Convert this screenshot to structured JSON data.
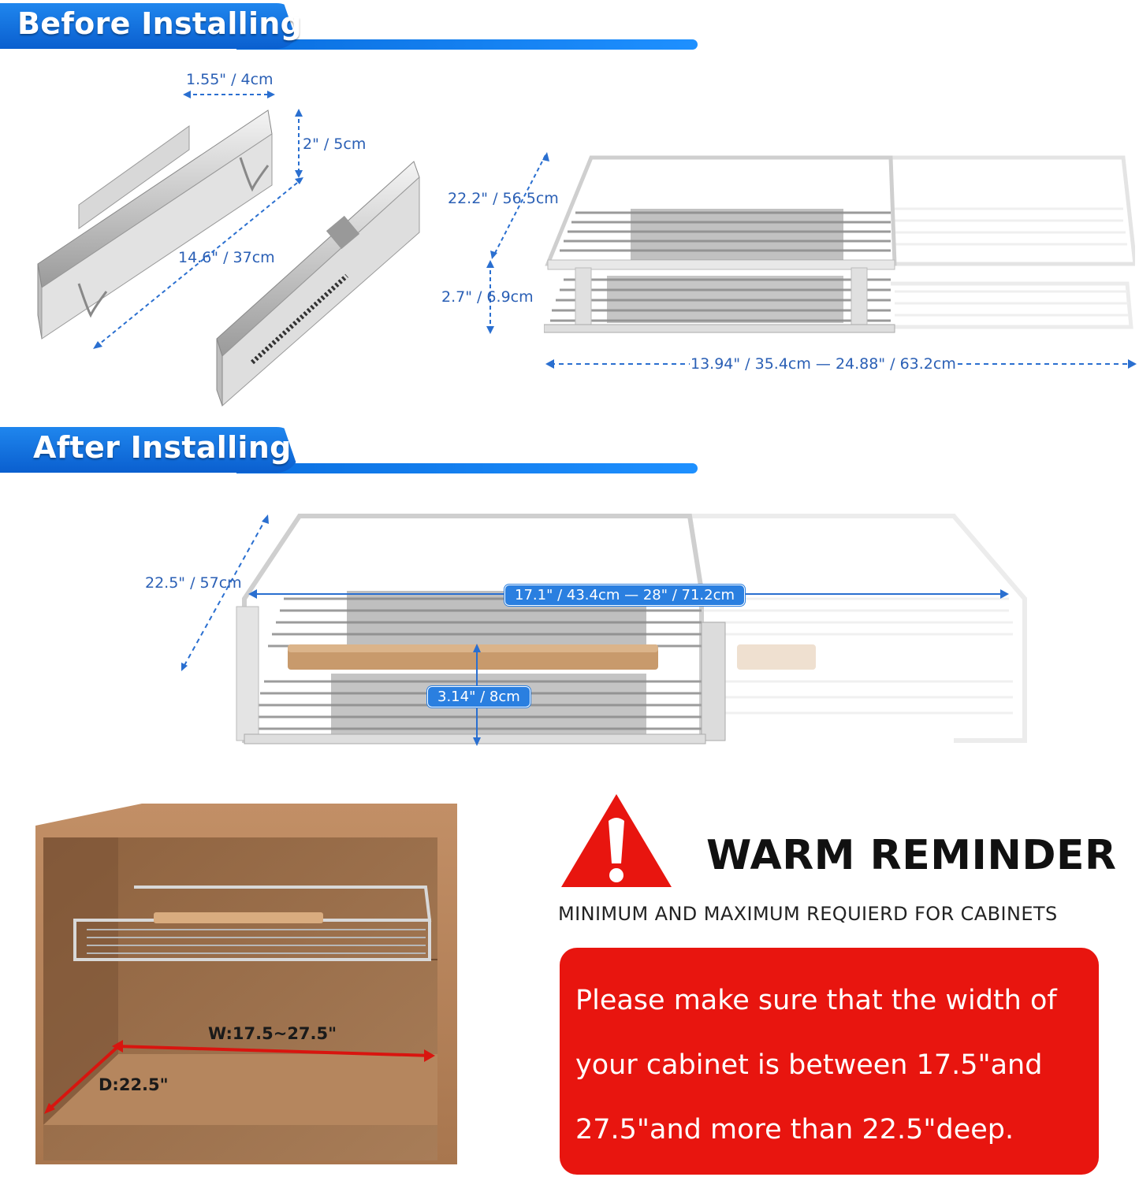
{
  "sections": {
    "before": {
      "title": "Before Installing"
    },
    "after": {
      "title": "After Installing"
    }
  },
  "before_dims": {
    "rail_width": "1.55\" / 4cm",
    "rail_height": "2\" / 5cm",
    "rail_length": "14.6\"  / 37cm",
    "basket_depth": "22.2\" / 56.5cm",
    "basket_height": "2.7\" / 6.9cm",
    "basket_width": "13.94\" / 35.4cm — 24.88\" / 63.2cm"
  },
  "after_dims": {
    "depth": "22.5\" / 57cm",
    "width": "17.1\" / 43.4cm — 28\" / 71.2cm",
    "height": "3.14\" / 8cm"
  },
  "cabinet": {
    "width_label": "W:17.5~27.5\"",
    "depth_label": "D:22.5\""
  },
  "reminder": {
    "title": "WARM REMINDER",
    "subtitle": "MINIMUM AND MAXIMUM REQUIERD FOR CABINETS",
    "line1": "Please make sure that the width of",
    "line2": "your cabinet is between 17.5\"and",
    "line3": "27.5\"and more than 22.5\"deep."
  },
  "colors": {
    "banner_blue": "#0a6fe0",
    "dimension_blue": "#2a5fb5",
    "warning_red": "#e8150f",
    "wood": "#a9754e"
  }
}
